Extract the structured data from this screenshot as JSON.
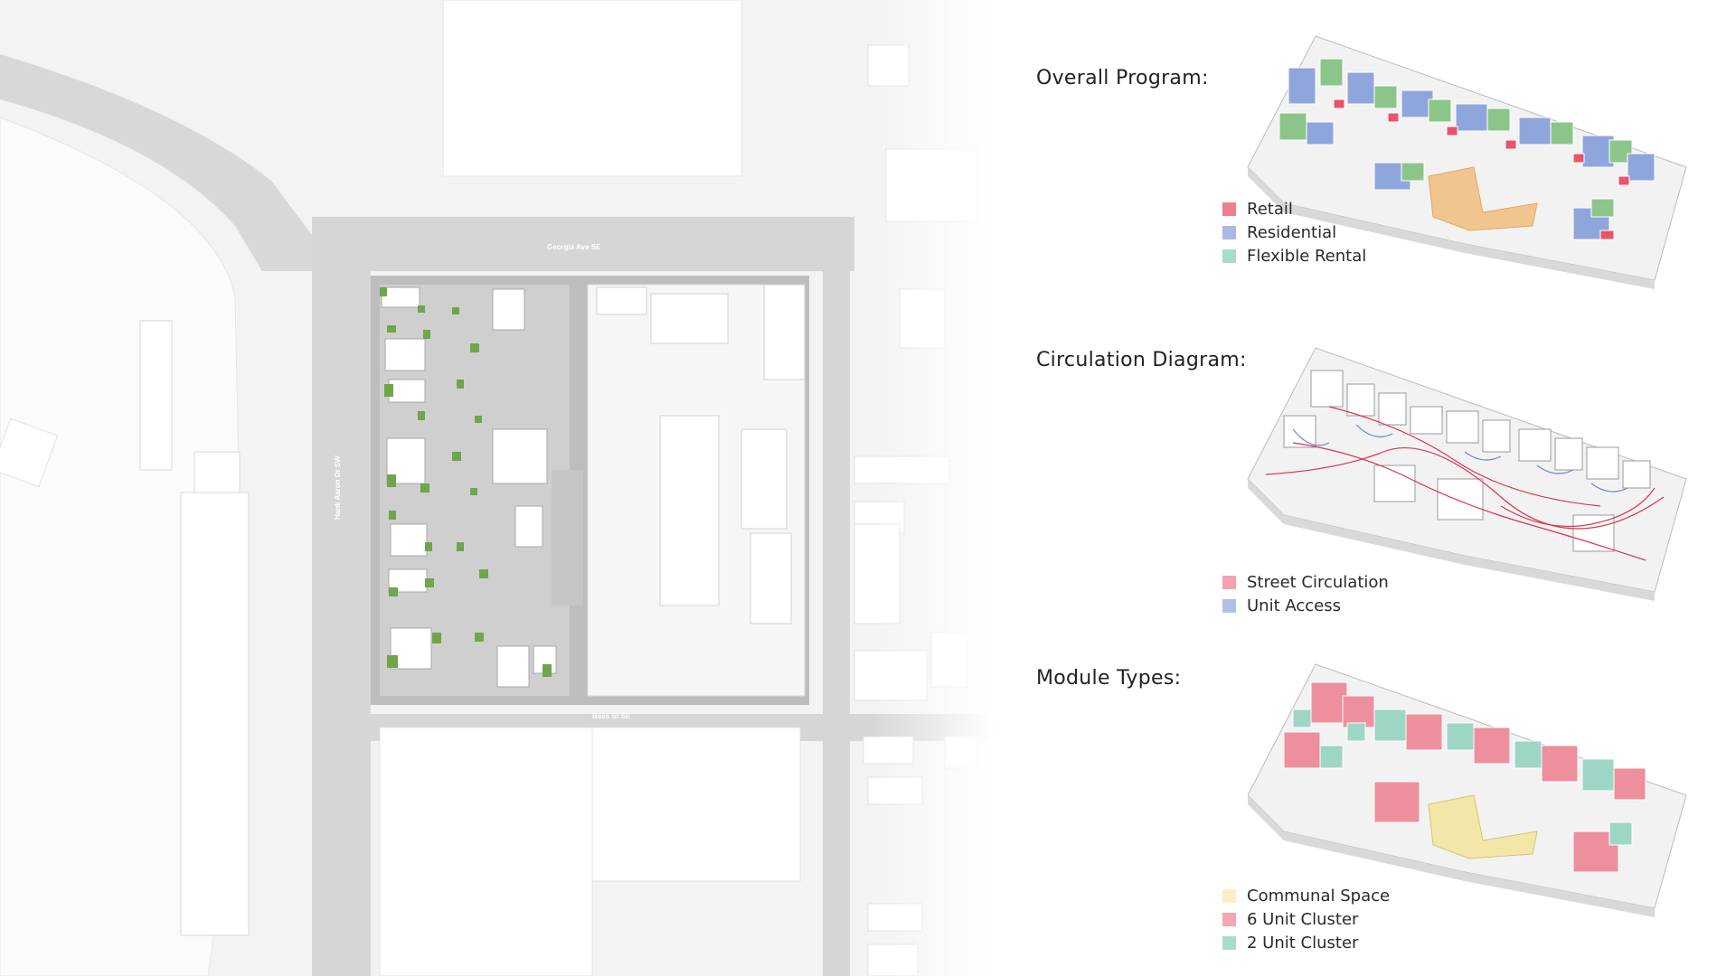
{
  "map": {
    "streets": {
      "top": "Georgia Ave SE",
      "left": "Hank Aaron Dr SW",
      "bottom": "Bass St SE"
    }
  },
  "sections": [
    {
      "title": "Overall Program:",
      "legend": [
        {
          "label": "Retail",
          "color": "#ef7f8e"
        },
        {
          "label": "Residential",
          "color": "#a9b9e2"
        },
        {
          "label": "Flexible Rental",
          "color": "#a9dccf"
        }
      ]
    },
    {
      "title": "Circulation Diagram:",
      "legend": [
        {
          "label": "Street Circulation",
          "color": "#f2a3ad"
        },
        {
          "label": "Unit Access",
          "color": "#b3c0e6"
        }
      ]
    },
    {
      "title": "Module Types:",
      "legend": [
        {
          "label": "Communal Space",
          "color": "#f8f0c6"
        },
        {
          "label": "6 Unit Cluster",
          "color": "#f4a6b2"
        },
        {
          "label": "2 Unit Cluster",
          "color": "#a9dccf"
        }
      ]
    }
  ],
  "colors": {
    "residential": "#8fa6dd",
    "retail": "#e8546a",
    "green": "#8cc58a",
    "communal_orange": "#f0c58e",
    "communal_yellow": "#f2e6a8",
    "pink_cluster": "#ee8f9e",
    "teal_cluster": "#9ed6c6",
    "circulation_red": "#d9374f",
    "access_blue": "#6f87cf"
  }
}
